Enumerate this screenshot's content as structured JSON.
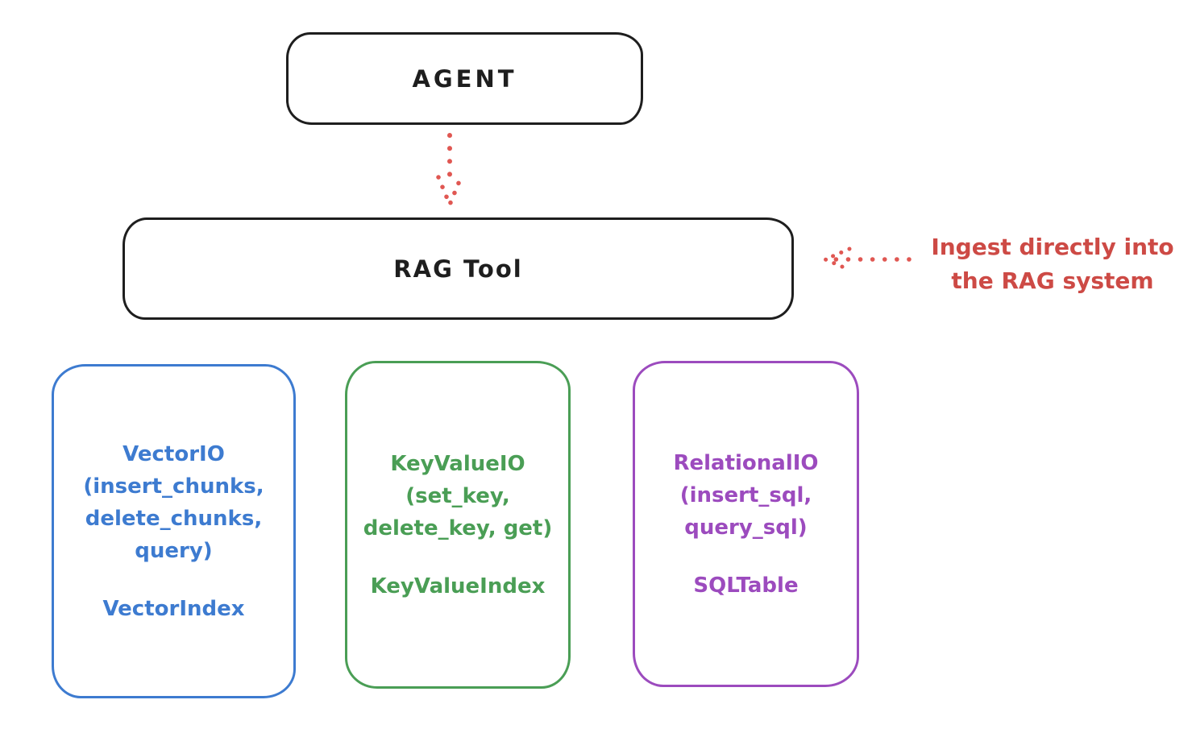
{
  "nodes": {
    "agent": {
      "label": "AGENT"
    },
    "rag_tool": {
      "label": "RAG Tool"
    },
    "vector_io": {
      "lines": [
        "VectorIO",
        "(insert_chunks,",
        "delete_chunks,",
        "query)"
      ],
      "index_label": "VectorIndex"
    },
    "key_value_io": {
      "lines": [
        "KeyValueIO",
        "(set_key,",
        "delete_key, get)"
      ],
      "index_label": "KeyValueIndex"
    },
    "relational_io": {
      "lines": [
        "RelationalIO",
        "(insert_sql,",
        "query_sql)"
      ],
      "index_label": "SQLTable"
    }
  },
  "annotation": {
    "lines": [
      "Ingest directly into",
      "the RAG system"
    ]
  },
  "colors": {
    "outline": "#1e1e1e",
    "vector_io_blue": "#3d7bd0",
    "key_value_green": "#4a9e55",
    "relational_purple": "#9c4bbe",
    "annotation_red": "#cd4a45",
    "arrow_red": "#e05752",
    "background": "#ffffff"
  }
}
